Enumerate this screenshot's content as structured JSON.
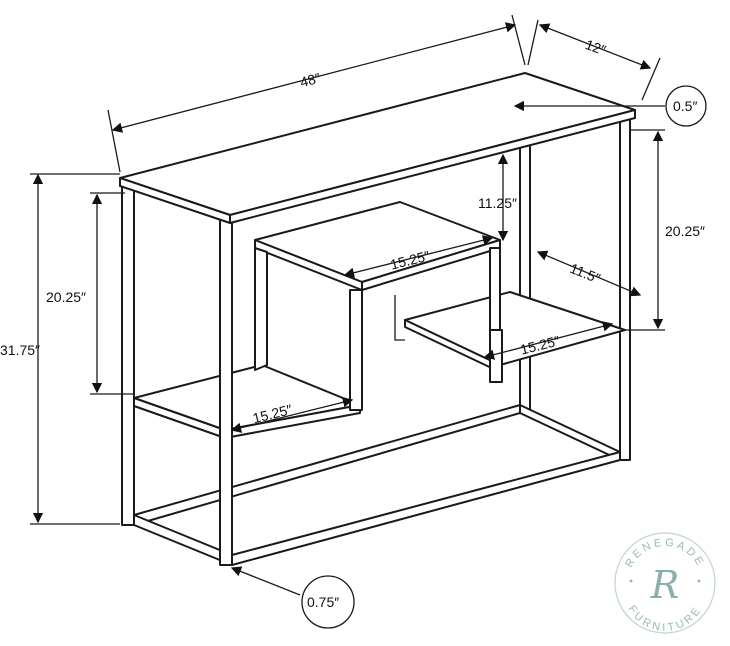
{
  "dimensions": {
    "width": "48″",
    "depth": "12″",
    "top_thickness": "0.5″",
    "total_height": "31.75″",
    "left_shelf_height": "20.25″",
    "right_shelf_height": "20.25″",
    "upper_shelf_gap": "11.25″",
    "upper_shelf_width": "15.25″",
    "right_shelf_width": "15.25″",
    "lower_shelf_width": "15.25″",
    "right_shelf_depth": "11.5″",
    "leg_width": "0.75″"
  },
  "watermark": {
    "top": "RENEGADE",
    "bottom": "FURNITURE",
    "letter": "R",
    "color": "#8fb3b3"
  }
}
